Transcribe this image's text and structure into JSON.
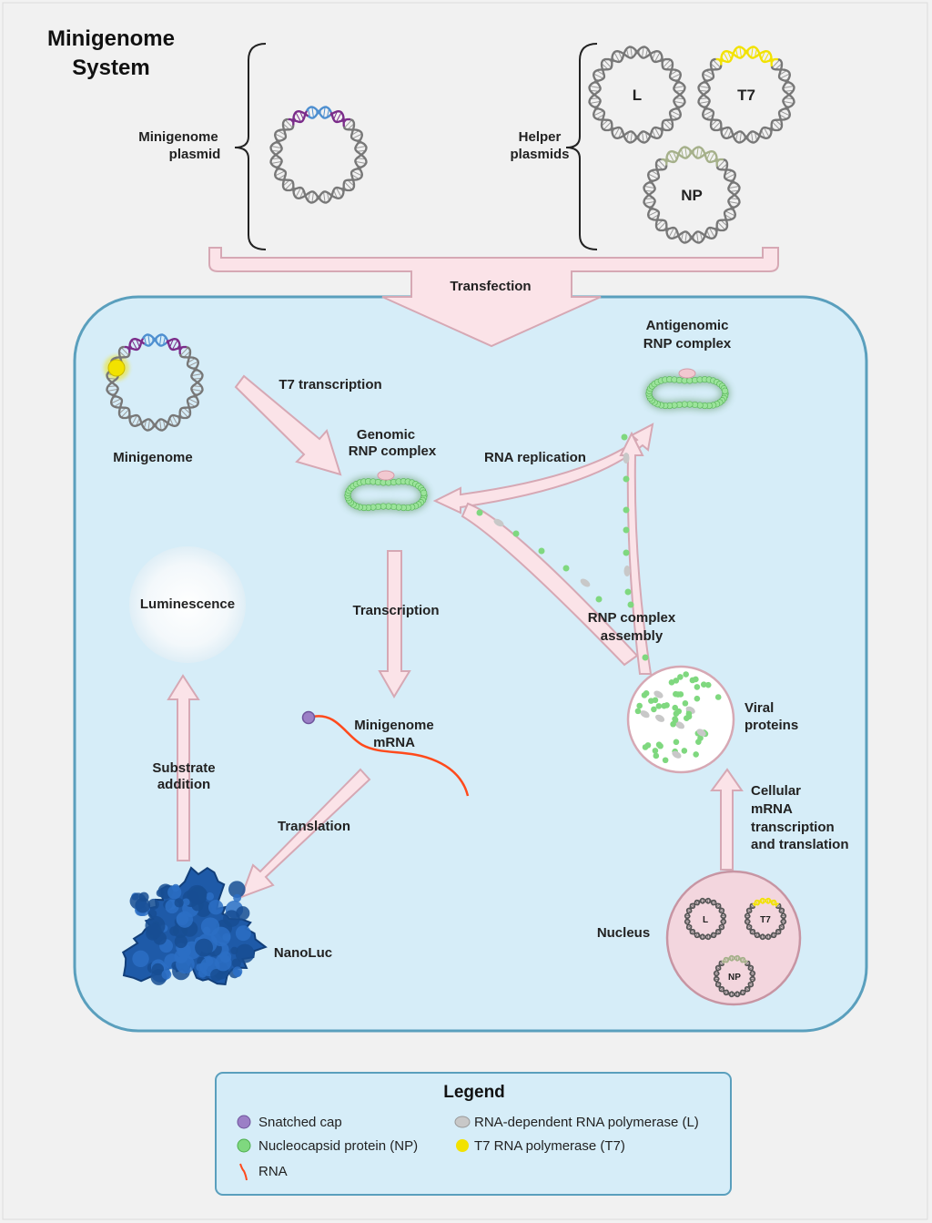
{
  "title": [
    "Minigenome",
    "System"
  ],
  "labels": {
    "minigenome_plasmid": [
      "Minigenome",
      "plasmid"
    ],
    "helper_plasmids": [
      "Helper",
      "plasmids"
    ],
    "transfection": "Transfection",
    "t7_transcription": "T7 transcription",
    "minigenome": "Minigenome",
    "genomic_rnp": [
      "Genomic",
      "RNP complex"
    ],
    "antigenomic_rnp": [
      "Antigenomic",
      "RNP complex"
    ],
    "rna_replication": "RNA replication",
    "transcription": "Transcription",
    "luminescence": "Luminescence",
    "rnp_assembly": [
      "RNP complex",
      "assembly"
    ],
    "minigenome_mrna": [
      "Minigenome",
      "mRNA"
    ],
    "viral_proteins": [
      "Viral",
      "proteins"
    ],
    "substrate_addition": [
      "Substrate",
      "addition"
    ],
    "translation": "Translation",
    "cellular": [
      "Cellular",
      "mRNA",
      "transcription",
      "and translation"
    ],
    "nucleus": "Nucleus",
    "nanoluc": "NanoLuc"
  },
  "plasmid_labels": {
    "L": "L",
    "T7": "T7",
    "NP": "NP"
  },
  "legend": {
    "title": "Legend",
    "items": [
      {
        "label": "Snatched cap",
        "color": "#9b7fc6"
      },
      {
        "label": "RNA-dependent RNA polymerase (L)",
        "color": "#c8c8c8"
      },
      {
        "label": "Nucleocapsid protein (NP)",
        "color": "#7fd87f"
      },
      {
        "label": "T7 RNA polymerase (T7)",
        "color": "#f2e200"
      },
      {
        "label": "RNA",
        "color": "#ff4a1c"
      }
    ]
  },
  "colors": {
    "cell_fill": "#d6edf8",
    "cell_stroke": "#5a9fbd",
    "arrow_fill": "#fbe3e8",
    "arrow_stroke": "#d6a8b4",
    "purple": "#7b2c8a",
    "blue": "#4e8fd0",
    "olive": "#a5b08a",
    "yellow": "#f2e200"
  }
}
